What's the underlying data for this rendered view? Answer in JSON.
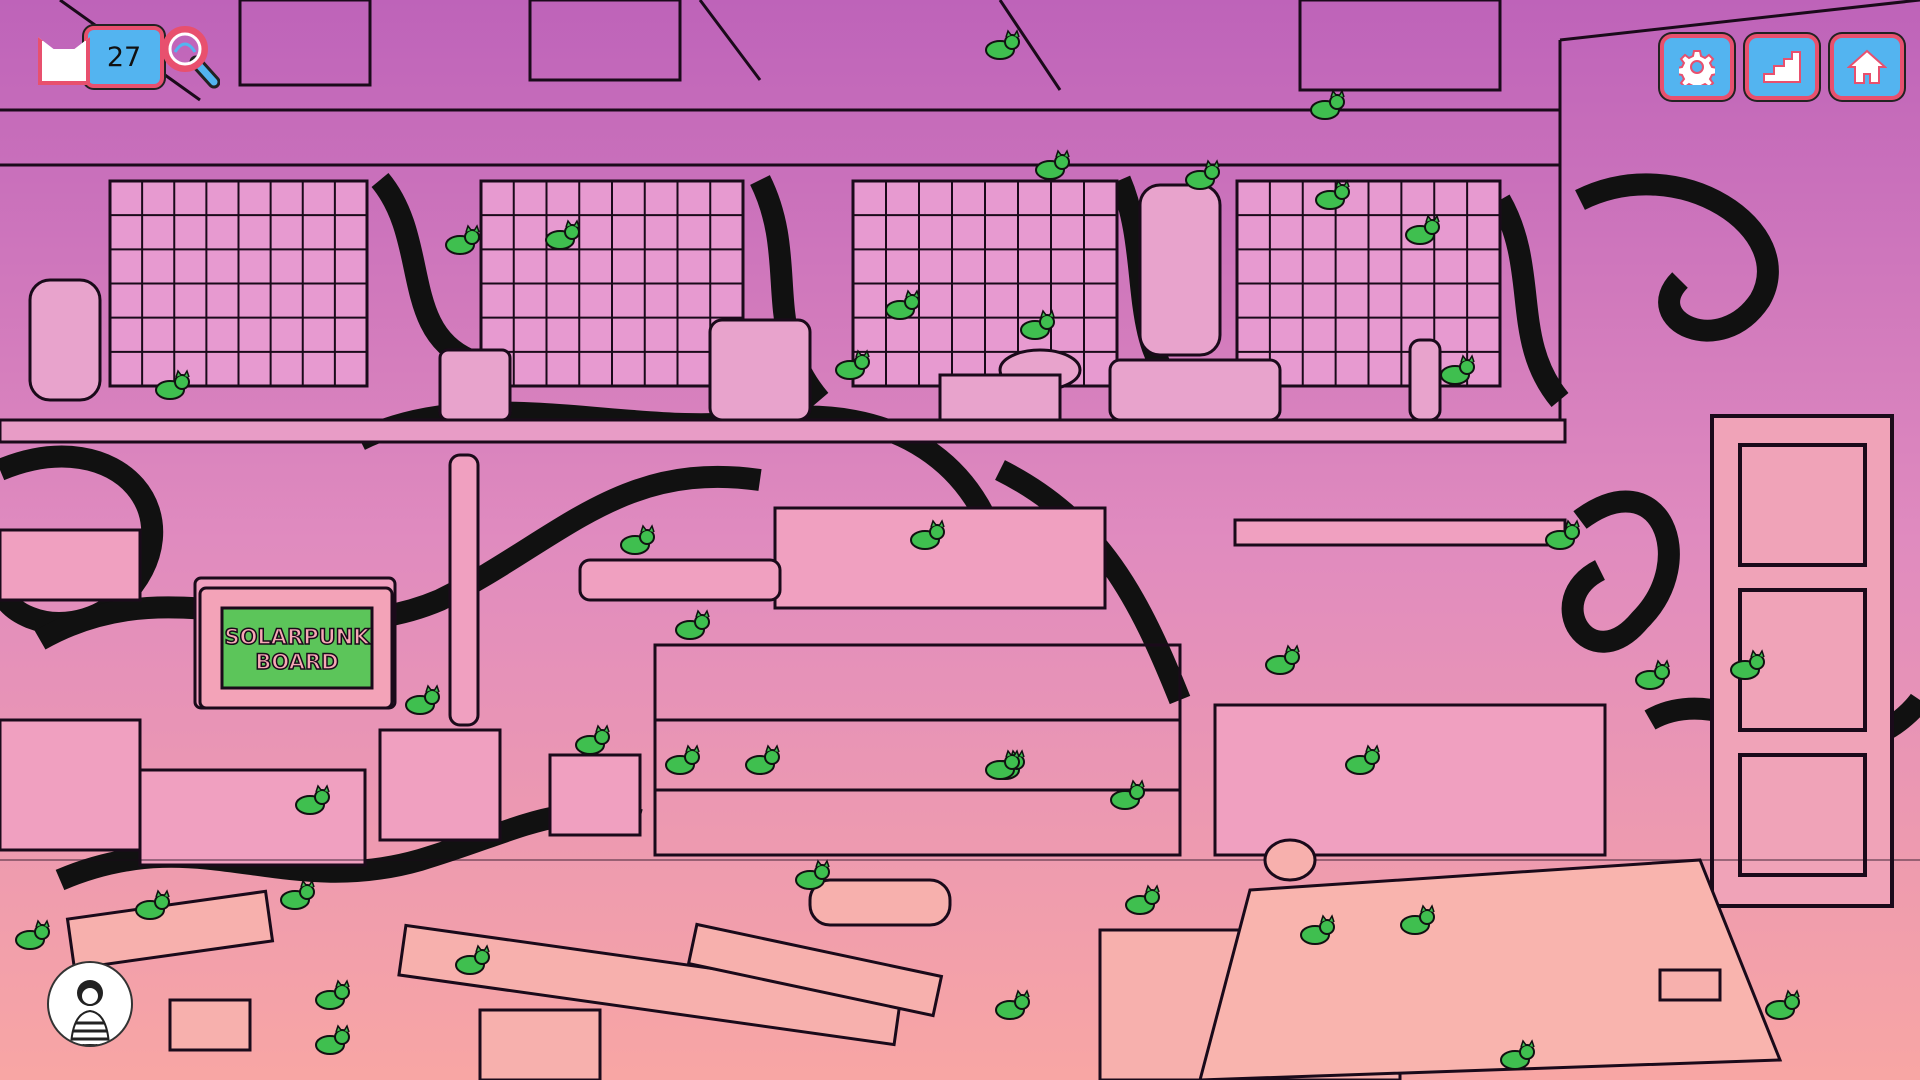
{
  "hud": {
    "cats_found": "27",
    "cat_icon": "cat-head-icon",
    "hint_icon": "magnifier-icon"
  },
  "menu": {
    "buttons": [
      {
        "id": "settings",
        "icon": "gear-icon"
      },
      {
        "id": "progress",
        "icon": "stairs-icon"
      },
      {
        "id": "home",
        "icon": "home-icon"
      }
    ]
  },
  "scene": {
    "sign_line1": "SOLARPUNK",
    "sign_line2": "BOARD"
  },
  "colors": {
    "accent_blue": "#53b4f0",
    "accent_red": "#e8506e",
    "cat_green": "#3fbf4f",
    "sign_green": "#5cc55a",
    "bg_top": "#c065b8",
    "bg_bottom": "#f7a3a6"
  }
}
